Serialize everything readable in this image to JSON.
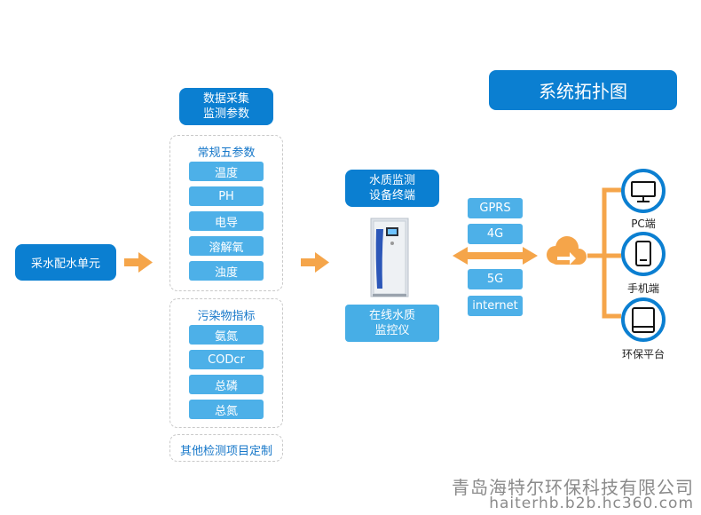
{
  "title": "系统拓扑图",
  "source_unit": "采水配水单元",
  "collection": {
    "header_line1": "数据采集",
    "header_line2": "监测参数",
    "group1_title": "常规五参数",
    "group1_items": [
      "温度",
      "PH",
      "电导",
      "溶解氧",
      "浊度"
    ],
    "group2_title": "污染物指标",
    "group2_items": [
      "氨氮",
      "CODcr",
      "总磷",
      "总氮"
    ],
    "custom_label": "其他检测项目定制"
  },
  "terminal": {
    "header_line1": "水质监测",
    "header_line2": "设备终端",
    "device_line1": "在线水质",
    "device_line2": "监控仪"
  },
  "network": [
    "GPRS",
    "4G",
    "5G",
    "internet"
  ],
  "endpoints": [
    "PC端",
    "手机端",
    "环保平台"
  ],
  "watermark": {
    "company": "青岛海特尔环保科技有限公司",
    "site": "haiterhb.b2b.hc360.com"
  },
  "colors": {
    "primary": "#0b7fd1",
    "light": "#47aee6",
    "arrow": "#f5a54a",
    "watermark": "#8a8a8a"
  }
}
